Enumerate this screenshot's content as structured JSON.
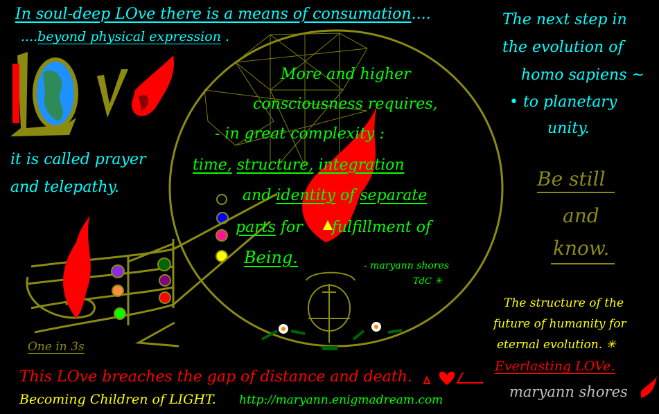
{
  "top": {
    "line1": "In soul-deep LOve there is a means of consumation",
    "line1_trail": "....",
    "line2_lead": "....",
    "line2": "beyond physical expression",
    "line2_trail": "."
  },
  "right_top": [
    "The next step in",
    "the evolution of",
    "homo sapiens ~",
    "• to planetary",
    "unity."
  ],
  "logo": {
    "text": "LOVe"
  },
  "left": [
    "it is called prayer",
    "and telepathy."
  ],
  "center": {
    "l1": "More and higher",
    "l2": "consciousness  requires,",
    "l3": "- in  great  complexity :",
    "l4a": "time,",
    "l4b": "structure,",
    "l4c": "integration",
    "l5a": "and ",
    "l5b": "identity",
    "l5c": " of ",
    "l5d": "separate",
    "l6a": "parts",
    "l6b": " for      fulfillment of",
    "l7": "Being.",
    "signature": "- maryann shores",
    "tdc": "TdC ✳"
  },
  "be_still": [
    "Be still",
    "and",
    "know."
  ],
  "structure": [
    "The structure of the",
    "future of humanity for",
    "eternal  evolution. ✳"
  ],
  "everlasting": "Everlasting  LOVe.",
  "artist": "maryann shores",
  "one_in_3s": "One  in 3s",
  "bottom": {
    "breaches": "This LOve breaches the gap of distance and death.",
    "becoming": "Becoming Children of LIGHT.",
    "url": "http://maryann.enigmadream.com"
  },
  "colors": {
    "cyan": "#00ffff",
    "green": "#00ff00",
    "olive": "#8b8b12",
    "yellow": "#ffff00",
    "red": "#ff0000",
    "gray": "#c0c0c0"
  }
}
